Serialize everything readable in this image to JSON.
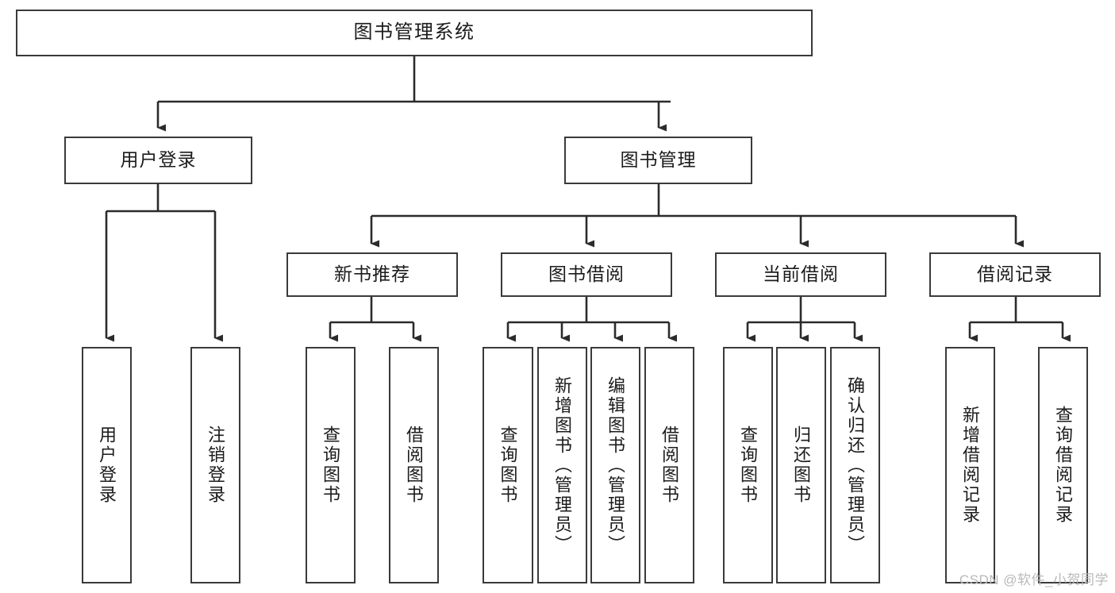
{
  "diagram": {
    "type": "tree-hierarchy-chart",
    "title": "图书管理系统",
    "watermark": "CSDN @软件_小贺同学",
    "colors": {
      "box_border": "#3a3a3a",
      "box_fill": "#ffffff",
      "connector": "#2b2b2b",
      "text": "#1b1b1b",
      "watermark": "#b9b9b9"
    },
    "levels": {
      "root": {
        "label": "图书管理系统"
      },
      "level2": [
        {
          "label": "用户登录"
        },
        {
          "label": "图书管理"
        }
      ],
      "level3": [
        {
          "label": "新书推荐",
          "parent": "图书管理"
        },
        {
          "label": "图书借阅",
          "parent": "图书管理"
        },
        {
          "label": "当前借阅",
          "parent": "图书管理"
        },
        {
          "label": "借阅记录",
          "parent": "图书管理"
        }
      ],
      "leaves": [
        {
          "label": "用户登录",
          "parent": "用户登录"
        },
        {
          "label": "注销登录",
          "parent": "用户登录"
        },
        {
          "label": "查询图书",
          "parent": "新书推荐"
        },
        {
          "label": "借阅图书",
          "parent": "新书推荐"
        },
        {
          "label": "查询图书",
          "parent": "图书借阅"
        },
        {
          "label": "新增图书（管理员）",
          "parent": "图书借阅"
        },
        {
          "label": "编辑图书（管理员）",
          "parent": "图书借阅"
        },
        {
          "label": "借阅图书",
          "parent": "图书借阅"
        },
        {
          "label": "查询图书",
          "parent": "当前借阅"
        },
        {
          "label": "归还图书",
          "parent": "当前借阅"
        },
        {
          "label": "确认归还（管理员）",
          "parent": "当前借阅"
        },
        {
          "label": "新增借阅记录",
          "parent": "借阅记录"
        },
        {
          "label": "查询借阅记录",
          "parent": "借阅记录"
        }
      ]
    }
  }
}
